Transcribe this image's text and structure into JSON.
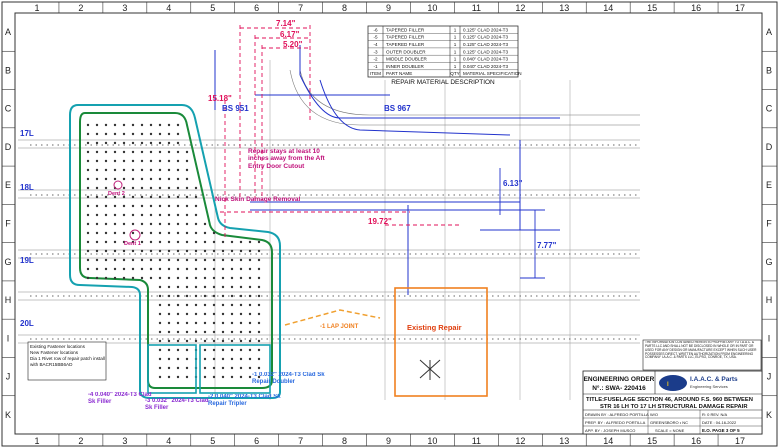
{
  "grid": {
    "columns": [
      "1",
      "2",
      "3",
      "4",
      "5",
      "6",
      "7",
      "8",
      "9",
      "10",
      "11",
      "12",
      "13",
      "14",
      "15",
      "16",
      "17"
    ],
    "rows": [
      "A",
      "B",
      "C",
      "D",
      "E",
      "F",
      "G",
      "H",
      "I",
      "J",
      "K"
    ]
  },
  "materials": {
    "rows": [
      {
        "item": "-6",
        "desc": "TAPERED FILLER",
        "qty": "1",
        "spec": "0.125\" CLAD 2024-T3"
      },
      {
        "item": "-5",
        "desc": "TAPERED FILLER",
        "qty": "1",
        "spec": "0.125\" CLAD 2024-T3"
      },
      {
        "item": "-4",
        "desc": "TAPERED FILLER",
        "qty": "1",
        "spec": "0.125\" CLAD 2024-T3"
      },
      {
        "item": "-3",
        "desc": "OUTER DOUBLER",
        "qty": "1",
        "spec": "0.125\" CLAD 2024-T3"
      },
      {
        "item": "-2",
        "desc": "MIDDLE DOUBLER",
        "qty": "1",
        "spec": "0.040\" CLAD 2024-T3"
      },
      {
        "item": "-1",
        "desc": "INNER DOUBLER",
        "qty": "1",
        "spec": "0.040\" CLAD 2024-T3"
      },
      {
        "item": "ITEM",
        "desc": "PART NAME",
        "qty": "QTY",
        "spec": "MATERIAL SPECIFICATION"
      }
    ],
    "title": "REPAIR  MATERIAL  DESCRIPTION"
  },
  "dimensions": {
    "d1": "7.14\"",
    "d2": "6.17\"",
    "d3": "5.20\"",
    "d4": "15.18\"",
    "d5": "6.13\"",
    "d6": "19.72\"",
    "d7": "7.77\""
  },
  "labels": {
    "bs951": "BS 951",
    "bs967": "BS 967",
    "repair_note": "Repair stays at least 10 inches away from the Aft Entry Door Cutout",
    "nick_skin": "Nick Skin Damage Removal",
    "str17l": "17L",
    "str18l": "18L",
    "str19l": "19L",
    "str20l": "20L",
    "existing_repair": "Existing Repair",
    "lap_joint": "-1 LAP JOINT",
    "fastener_legend_1": "Existing Fastener locations",
    "fastener_legend_2": "New Fastener locations",
    "fastener_legend_3": "Dia 1 Rivet row of repair patch install with BACR15BB6AD",
    "doubler_1": "-1 0.032\" 2024-T3 Clad Sk Repair Doubler",
    "doubler_2": "-2 0.040\" 2024-T3 Clad Sk Repair Tripler",
    "filler_1": "-4 0.040\" 2024-T3 Clad Sk Filler",
    "filler_2": "-3 0.032\" 2024-T3 Clad Sk Filler",
    "dent_1": "Dent 1",
    "dent_2": "Dent 2"
  },
  "notice": "THE INFORMATION CONTAINED HEREIN IS PROPRIETARY TO I.A.A.C. & PARTS LLC AND SHALL NOT BE DISCLOSED IN WHOLE OR IN PART OR USED FOR ANY DESIGN OR MANUFACTURE EXCEPT WHEN SUCH USER POSSESSES DIRECT, WRITTEN AUTHORIZATION FROM ENGINEERING COMPANY I.A.A.C. & PARTS LLC, ELPSO, CONROE, TX, USA.",
  "titleblock": {
    "eo_label": "ENGINEERING ORDER",
    "eo_no": "N°.: SWA- 220416",
    "company": "I.A.A.C. & Parts",
    "company_sub": "Engineering Services",
    "title_line1": "TITLE:FUSELAGE SECTION 46, AROUND F.S. 960 BETWEEN",
    "title_line2": "STR 16 LH  TO 17 LH   STRUCTURAL DAMAGE REPAIR",
    "drawn_by": "DRAWN BY : ALFREDO PORTILLA",
    "prep_by": "PREP. BY : ALFREDO PORTILLA",
    "appr_by": "APP. BY : JOSEPH MUSCO",
    "city": "GREENSBORO • NC",
    "scale": "SCALE = NONE",
    "rev": "R: 0  REV. N/A",
    "date": "DATE : 04-16-2022",
    "page": "E.O. PAGE 3 OF 5",
    "wo": "W/O"
  }
}
